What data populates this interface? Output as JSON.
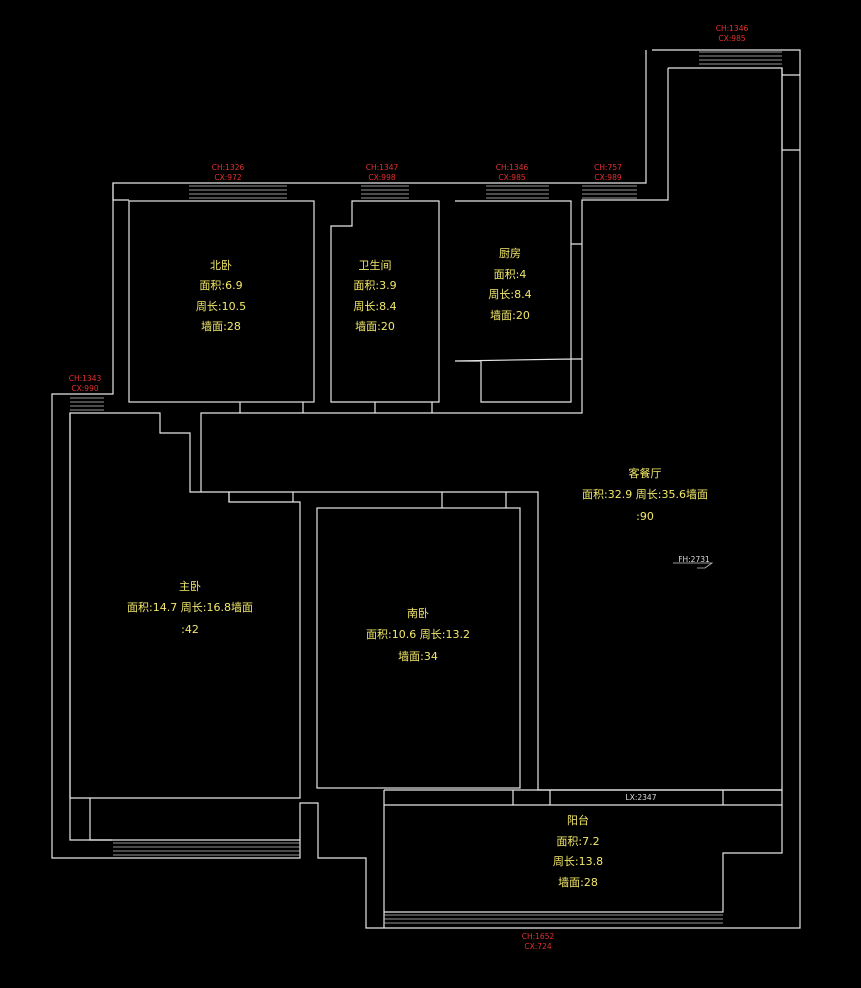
{
  "rooms": {
    "north_bedroom": {
      "name": "北卧",
      "area": "面积:6.9",
      "perimeter": "周长:10.5",
      "wall": "墙面:28"
    },
    "bathroom": {
      "name": "卫生间",
      "area": "面积:3.9",
      "perimeter": "周长:8.4",
      "wall": "墙面:20"
    },
    "kitchen": {
      "name": "厨房",
      "area": "面积:4",
      "perimeter": "周长:8.4",
      "wall": "墙面:20"
    },
    "living": {
      "name": "客餐厅",
      "line1": "面积:32.9  周长:35.6墙面",
      "line2": ":90"
    },
    "master": {
      "name": "主卧",
      "line1": "面积:14.7  周长:16.8墙面",
      "line2": ":42"
    },
    "south_bedroom": {
      "name": "南卧",
      "line1": "面积:10.6  周长:13.2",
      "line2": "墙面:34"
    },
    "balcony": {
      "name": "阳台",
      "area": "面积:7.2",
      "perimeter": "周长:13.8",
      "wall": "墙面:28"
    }
  },
  "windows": {
    "w_top": {
      "ch": "CH:1346",
      "cx": "CX:985"
    },
    "w_north": {
      "ch": "CH:1326",
      "cx": "CX:972"
    },
    "w_bath": {
      "ch": "CH:1347",
      "cx": "CX:998"
    },
    "w_kitchen": {
      "ch": "CH:1346",
      "cx": "CX:985"
    },
    "w_small": {
      "ch": "CH:757",
      "cx": "CX:989"
    },
    "w_master": {
      "ch": "CH:1343",
      "cx": "CX:990"
    },
    "w_balcony": {
      "ch": "CH:1652",
      "cx": "CX:724"
    }
  },
  "dims": {
    "lx": "LX:2347",
    "fh": "FH:2731"
  },
  "colors": {
    "background": "#000000",
    "walls": "#e6e6e6",
    "room_labels": "#f2e86a",
    "window_labels": "#e0312f"
  }
}
